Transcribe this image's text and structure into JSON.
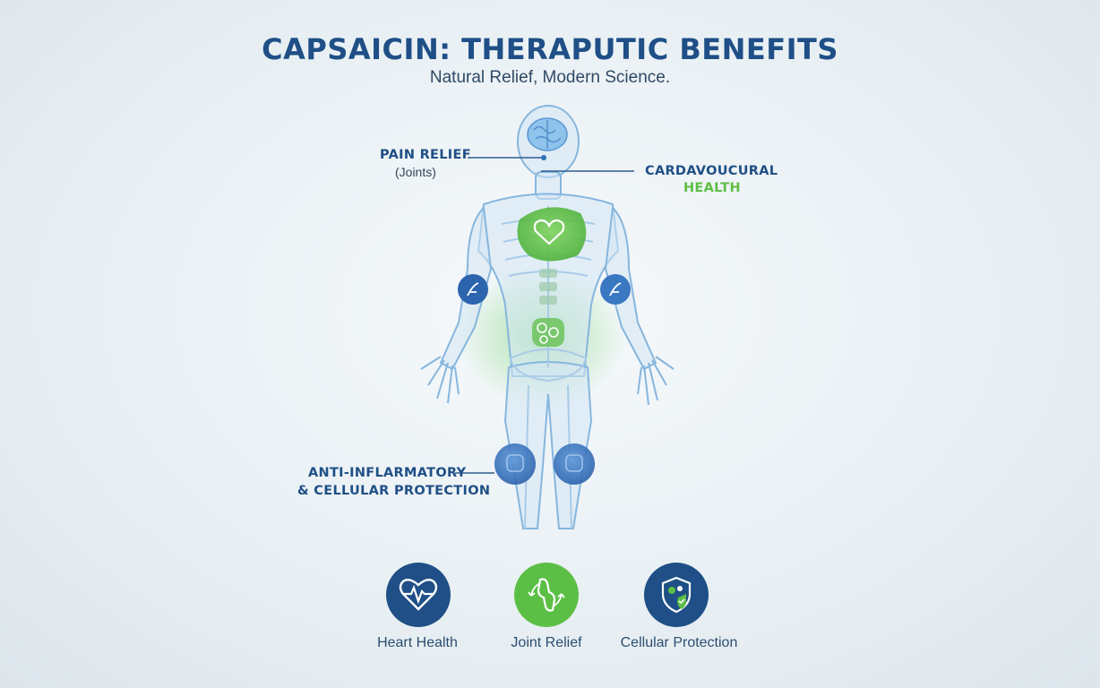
{
  "header": {
    "title": "CAPSAICIN: THERAPUTIC BENEFITS",
    "subtitle": "Natural Relief, Modern Science."
  },
  "callouts": {
    "pain_relief": {
      "title": "PAIN RELIEF",
      "sub": "(Joints)"
    },
    "cardio": {
      "title": "CARDAVOUCURAL",
      "sub": "HEALTH"
    },
    "anti_inflam": {
      "line1": "ANTI-INFLARMATORY",
      "line2": "& CELLULAR PROTECTION"
    }
  },
  "benefits": [
    {
      "label": "Heart Health",
      "icon": "heart-pulse-icon"
    },
    {
      "label": "Joint Relief",
      "icon": "joint-icon"
    },
    {
      "label": "Cellular Protection",
      "icon": "shield-cells-icon"
    }
  ],
  "colors": {
    "navy": "#1f4f86",
    "blue": "#3a78c2",
    "green": "#5cbf45",
    "text_dark": "#34475c",
    "body_outline": "#7fb3de"
  }
}
